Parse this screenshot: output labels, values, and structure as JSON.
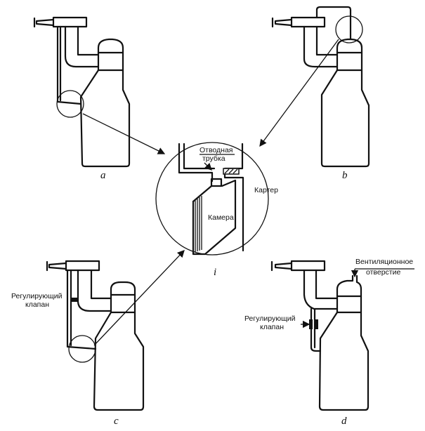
{
  "figure": {
    "panels": [
      {
        "id": "a",
        "caption": "a"
      },
      {
        "id": "b",
        "caption": "b"
      },
      {
        "id": "c",
        "caption": "c",
        "label_lines": [
          "Регулирующий",
          "клапан"
        ]
      },
      {
        "id": "d",
        "caption": "d",
        "label_lines": [
          "Регулирующий",
          "клапан"
        ],
        "vent_label_lines": [
          "Вентиляционное",
          "отверстие"
        ]
      }
    ],
    "detail": {
      "caption": "i",
      "tube_label_lines": [
        "Отводная",
        "трубка"
      ],
      "crankcase_label": "Картер",
      "chamber_label": "Камера"
    }
  }
}
